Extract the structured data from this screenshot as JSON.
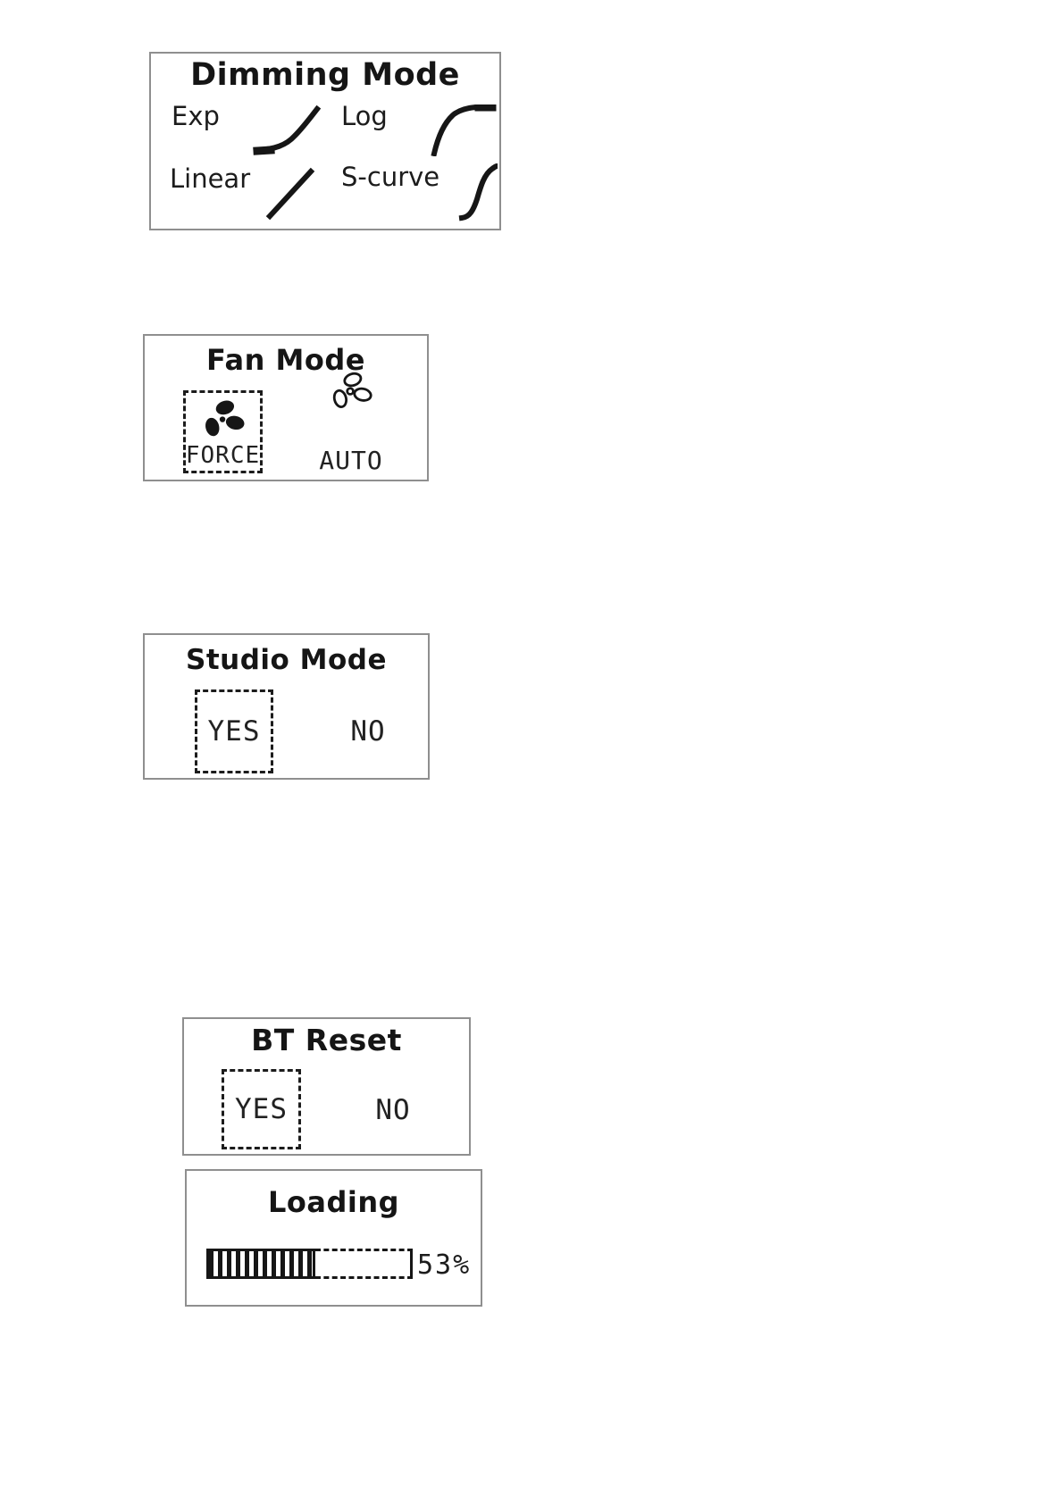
{
  "colors": {
    "ink": "#161616",
    "box_border": "#8f8f8f",
    "page_bg": "#ffffff"
  },
  "screens": [
    {
      "name": "dimming-mode",
      "title": "Dimming Mode",
      "options": [
        {
          "label": "Exp",
          "icon": "exp-curve-icon"
        },
        {
          "label": "Log",
          "icon": "log-curve-icon"
        },
        {
          "label": "Linear",
          "icon": "linear-line-icon"
        },
        {
          "label": "S-curve",
          "icon": "s-curve-icon"
        }
      ]
    },
    {
      "name": "fan-mode",
      "title": "Fan Mode",
      "options": [
        {
          "label": "FORCE",
          "icon": "fan-filled-icon",
          "selected": true
        },
        {
          "label": "AUTO",
          "icon": "fan-outline-icon",
          "selected": false
        }
      ]
    },
    {
      "name": "studio-mode",
      "title": "Studio Mode",
      "options": [
        {
          "label": "YES",
          "selected": true
        },
        {
          "label": "NO",
          "selected": false
        }
      ]
    },
    {
      "name": "bt-reset",
      "title": "BT Reset",
      "options": [
        {
          "label": "YES",
          "selected": true
        },
        {
          "label": "NO",
          "selected": false
        }
      ]
    },
    {
      "name": "loading",
      "title": "Loading",
      "progress_percent": 53,
      "progress_label": "53%"
    }
  ]
}
